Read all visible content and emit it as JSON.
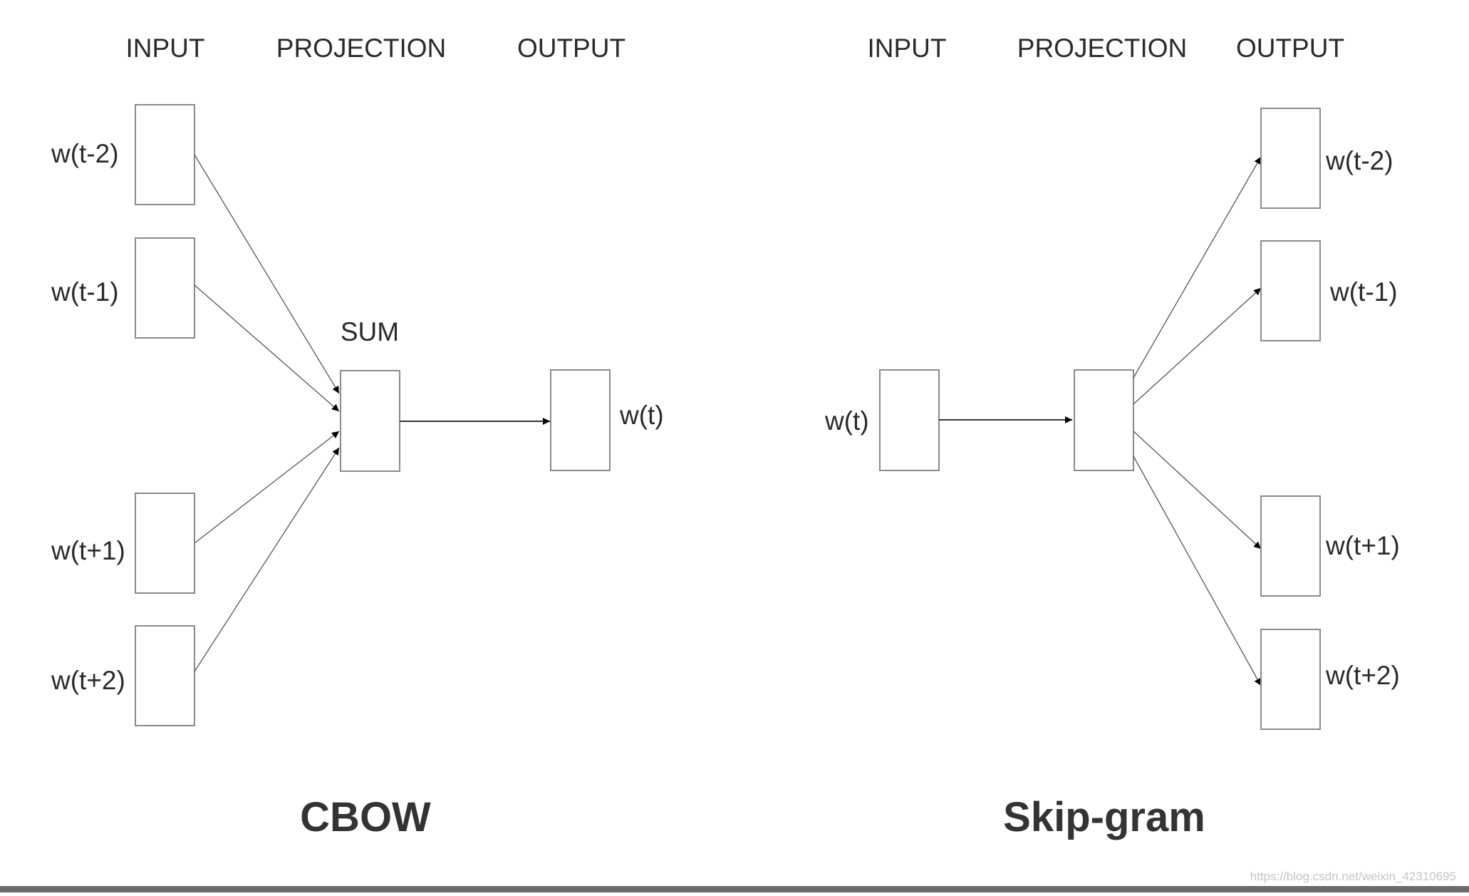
{
  "cbow": {
    "headers": {
      "input": "INPUT",
      "projection": "PROJECTION",
      "output": "OUTPUT"
    },
    "sum_label": "SUM",
    "inputs": [
      "w(t-2)",
      "w(t-1)",
      "w(t+1)",
      "w(t+2)"
    ],
    "output": "w(t)",
    "title": "CBOW"
  },
  "skipgram": {
    "headers": {
      "input": "INPUT",
      "projection": "PROJECTION",
      "output": "OUTPUT"
    },
    "input": "w(t)",
    "outputs": [
      "w(t-2)",
      "w(t-1)",
      "w(t+1)",
      "w(t+2)"
    ],
    "title": "Skip-gram"
  },
  "watermark": "https://blog.csdn.net/weixin_42310695"
}
